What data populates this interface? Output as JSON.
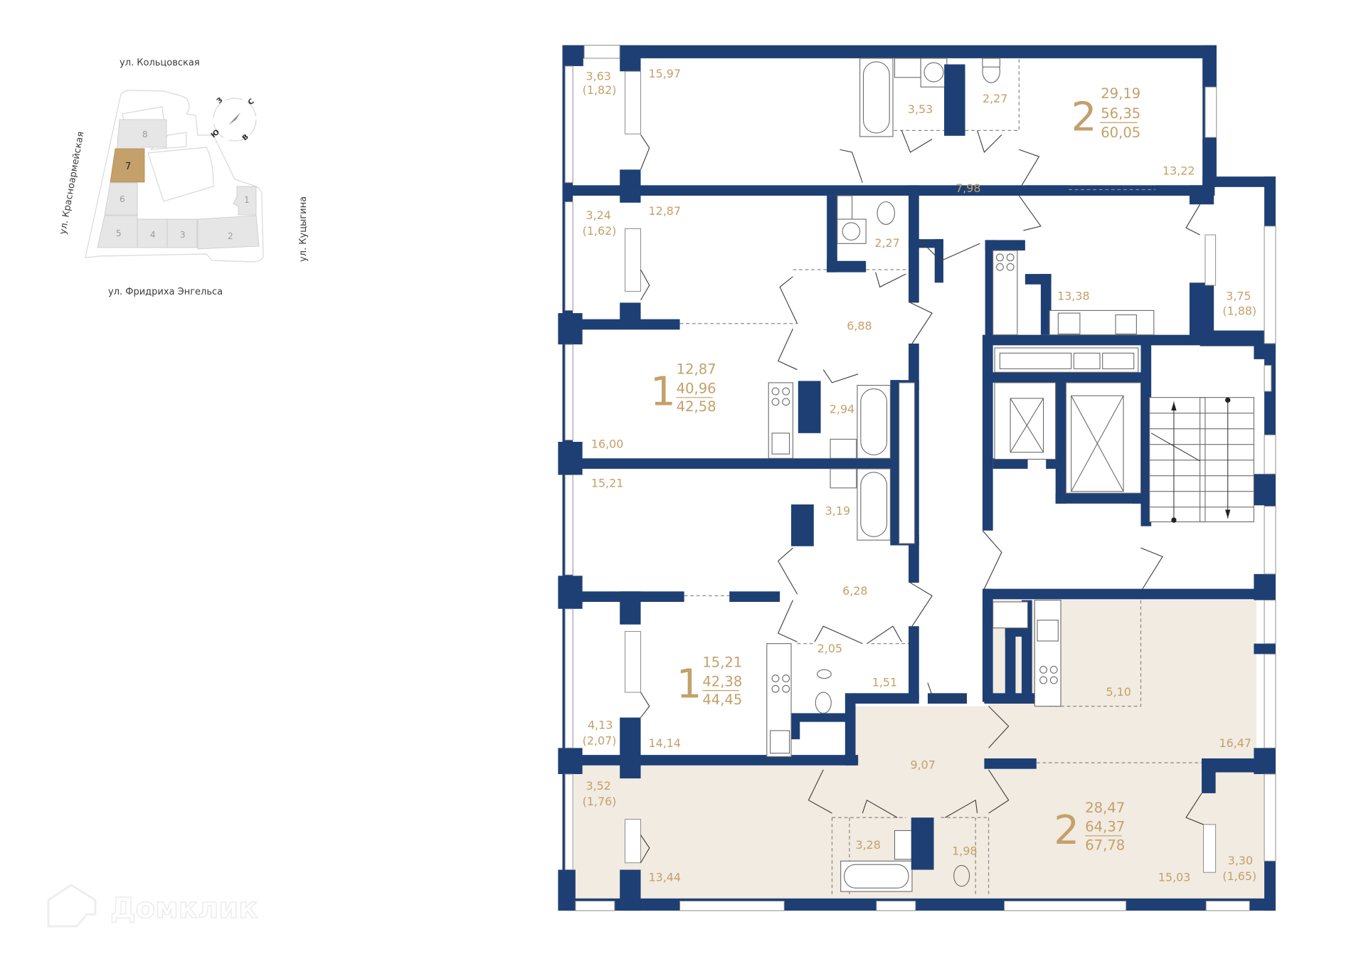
{
  "key_plan": {
    "streets": {
      "north": "ул. Кольцовская",
      "west": "ул. Красноармейская",
      "east": "ул. Куцыгина",
      "south": "ул. Фридриха Энгельса"
    },
    "compass": {
      "n": "С",
      "e": "В",
      "s": "Ю",
      "w": "З"
    },
    "sections": [
      "1",
      "2",
      "3",
      "4",
      "5",
      "6",
      "7",
      "8"
    ],
    "selected_section": "7",
    "selected_color": "#c4a06a"
  },
  "colors": {
    "wall": "#1e3f73",
    "highlight_fill": "#f1ebe1",
    "label": "#c4a06a"
  },
  "apartments": [
    {
      "id": "apt-2-top",
      "rooms": "2",
      "living": "29,19",
      "total_no_balcony": "56,35",
      "total": "60,05"
    },
    {
      "id": "apt-1-upper",
      "rooms": "1",
      "living": "12,87",
      "total_no_balcony": "40,96",
      "total": "42,58"
    },
    {
      "id": "apt-1-lower",
      "rooms": "1",
      "living": "15,21",
      "total_no_balcony": "42,38",
      "total": "44,45"
    },
    {
      "id": "apt-2-bottom",
      "rooms": "2",
      "living": "28,47",
      "total_no_balcony": "64,37",
      "total": "67,78",
      "highlighted": true
    }
  ],
  "room_labels": {
    "r1": "3,63",
    "r1b": "(1,82)",
    "r2": "15,97",
    "r3": "3,53",
    "r4": "2,27",
    "r5": "13,22",
    "r6": "7,98",
    "r7": "3,24",
    "r7b": "(1,62)",
    "r8": "12,87",
    "r9": "2,27",
    "r10": "13,38",
    "r11": "3,75",
    "r11b": "(1,88)",
    "r12": "6,88",
    "r13": "2,94",
    "r14": "16,00",
    "r15": "15,21",
    "r16": "3,19",
    "r17": "6,28",
    "r18": "2,05",
    "r19": "1,51",
    "r20": "4,13",
    "r20b": "(2,07)",
    "r21": "14,14",
    "r22": "5,10",
    "r23": "16,47",
    "r24": "9,07",
    "r25": "3,52",
    "r25b": "(1,76)",
    "r26": "13,44",
    "r27": "3,28",
    "r28": "1,98",
    "r29": "15,03",
    "r30": "3,30",
    "r30b": "(1,65)"
  },
  "watermark": {
    "text": "Домклик"
  }
}
